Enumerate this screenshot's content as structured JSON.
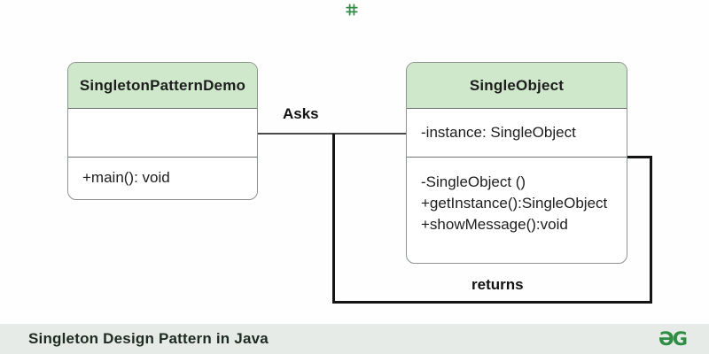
{
  "page": {
    "background": "#fefefe",
    "accent_green": "#2f8d46",
    "class_header_green": "#cfe7ca",
    "footer_background": "#e7ebe7",
    "top_icon": "grid-icon"
  },
  "diagram": {
    "classes": [
      {
        "name": "SingletonPatternDemo",
        "attributes": [],
        "methods": [
          "+main(): void"
        ]
      },
      {
        "name": "SingleObject",
        "attributes": [
          "-instance: SingleObject"
        ],
        "methods": [
          "-SingleObject ()",
          "+getInstance():SingleObject",
          "+showMessage():void"
        ]
      }
    ],
    "edges": [
      {
        "label": "Asks",
        "type": "association",
        "from": "SingletonPatternDemo",
        "to": "SingleObject"
      },
      {
        "label": "returns",
        "type": "return-path",
        "from": "SingleObject",
        "to": "SingletonPatternDemo"
      }
    ]
  },
  "footer": {
    "title": "Singleton Design Pattern in Java",
    "logo": "geeksforgeeks-logo",
    "logo_text": "ƏG"
  }
}
